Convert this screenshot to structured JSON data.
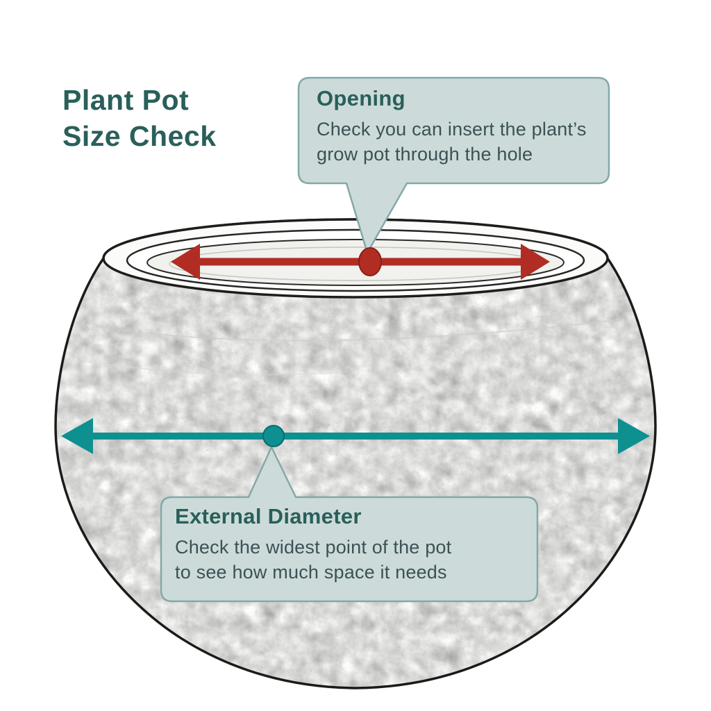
{
  "page": {
    "title_line1": "Plant Pot",
    "title_line2": "Size Check"
  },
  "callouts": {
    "opening": {
      "title": "Opening",
      "body_line1": "Check you can insert the plant’s",
      "body_line2": "grow pot through the hole"
    },
    "external_diameter": {
      "title": "External Diameter",
      "body_line1": "Check the widest point of the pot",
      "body_line2": "to see how much space it needs"
    }
  },
  "colors": {
    "heading_text": "#2a5f5a",
    "body_text": "#3c5154",
    "callout_fill": "#ccdbda",
    "callout_border": "#84a8a7",
    "opening_arrow_red": "#b12d24",
    "diameter_arrow_teal": "#0e9091",
    "pot_outline": "#1d1d1b"
  }
}
